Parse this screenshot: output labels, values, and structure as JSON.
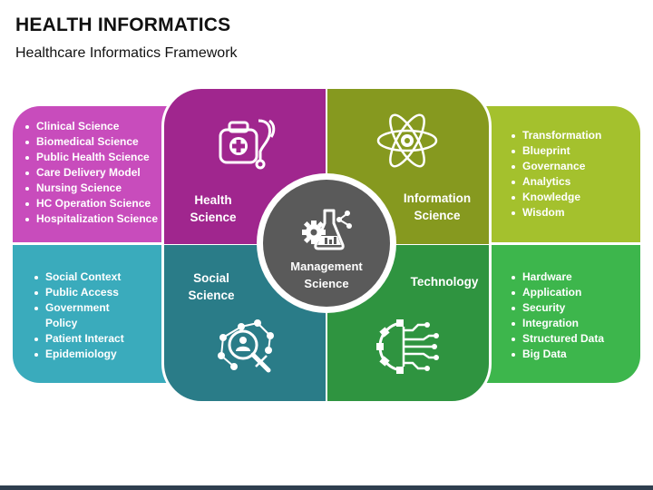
{
  "header": {
    "title": "HEALTH INFORMATICS",
    "subtitle": "Healthcare Informatics Framework"
  },
  "hub": {
    "label_line1": "Management",
    "label_line2": "Science",
    "icon": "lab-flask-gear-icon",
    "color": "#5a5a5a"
  },
  "tiles": {
    "health_science": {
      "label_line1": "Health",
      "label_line2": "Science",
      "icon": "medical-kit-stethoscope-icon",
      "color": "#a0268e"
    },
    "information_science": {
      "label_line1": "Information",
      "label_line2": "Science",
      "icon": "atom-icon",
      "color": "#86991f"
    },
    "social_science": {
      "label_line1": "Social",
      "label_line2": "Science",
      "icon": "network-search-icon",
      "color": "#2a7c88"
    },
    "technology": {
      "label_line1": "Technology",
      "icon": "circuit-gear-icon",
      "color": "#2f9440"
    }
  },
  "side_panels": {
    "health_science": {
      "color": "#c84cbc",
      "items": [
        "Clinical Science",
        "Biomedical Science",
        "Public Health Science",
        "Care Delivery Model",
        "Nursing Science",
        "HC Operation Science",
        "Hospitalization Science"
      ]
    },
    "information_science": {
      "color": "#a4c12d",
      "items": [
        "Transformation",
        "Blueprint",
        "Governance",
        "Analytics",
        "Knowledge",
        "Wisdom"
      ]
    },
    "social_science": {
      "color": "#3aabbc",
      "items": [
        "Social Context",
        "Public Access",
        "Government Policy",
        "Patient Interact",
        "Epidemiology"
      ]
    },
    "technology": {
      "color": "#3db64c",
      "items": [
        "Hardware",
        "Application",
        "Security",
        "Integration",
        "Structured Data",
        "Big Data"
      ]
    }
  }
}
